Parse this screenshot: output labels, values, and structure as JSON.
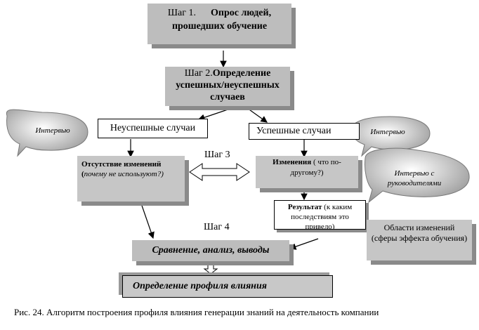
{
  "step1": {
    "prefix": "Шаг 1.",
    "title": "Опрос людей, прошедших обучение"
  },
  "step2": {
    "prefix": "Шаг 2.",
    "title": "Определение успешных/неуспешных случаев"
  },
  "unsuccessful": "Неуспешные случаи",
  "successful": "Успешные случаи",
  "interview_left": "Интервью",
  "interview_right": "Интервью",
  "interview_managers": "Интервью с руководителями",
  "no_change": {
    "bold": "Отсутствие изменений",
    "open": " (",
    "italic": "почему не используют?)"
  },
  "step3": "Шаг 3",
  "changes": {
    "bold": "Изменения",
    "rest": " ( что по-другому?)"
  },
  "result": {
    "bold": "Результат",
    "rest": " (к каким последствиям это привело)"
  },
  "areas": "Области изменений (сферы эффекта обучения)",
  "step4": "Шаг 4",
  "compare": "Сравнение, анализ, выводы",
  "profile": "Определение профиля влияния",
  "caption": "Рис. 24. Алгоритм построения профиля влияния генерации знаний на деятельность компании"
}
